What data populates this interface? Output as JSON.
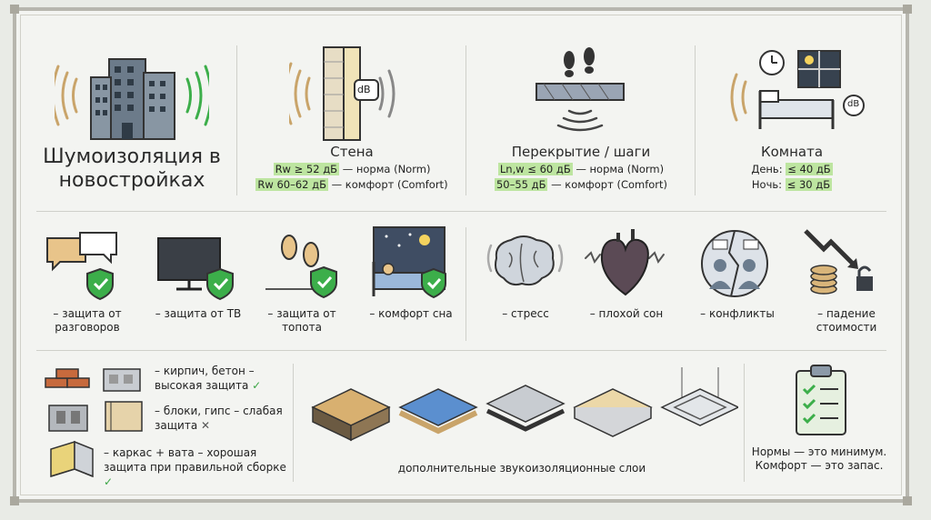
{
  "title": "Шумоизоляция в новостройках",
  "top": {
    "wall": {
      "heading": "Стена",
      "db_label": "dB",
      "rows": [
        {
          "value": "Rw ≥ 52 дБ",
          "rest": " — норма (Norm)"
        },
        {
          "value": "Rw 60–62 дБ",
          "rest": " — комфорт (Comfort)"
        }
      ]
    },
    "floor": {
      "heading": "Перекрытие / шаги",
      "rows": [
        {
          "value": "Ln,w ≤ 60 дБ",
          "rest": " — норма (Norm)"
        },
        {
          "value": "50–55 дБ",
          "rest": " — комфорт (Comfort)"
        }
      ]
    },
    "room": {
      "heading": "Комната",
      "db_label": "dB",
      "rows": [
        {
          "label": "День: ",
          "value": "≤ 40 дБ"
        },
        {
          "label": "Ночь: ",
          "value": "≤ 30 дБ"
        }
      ]
    }
  },
  "middle": [
    {
      "caption": "– защита от разговоров",
      "icon": "speech-bubbles-icon"
    },
    {
      "caption": "– защита от ТВ",
      "icon": "tv-icon"
    },
    {
      "caption": "– защита от топота",
      "icon": "footprints-icon"
    },
    {
      "caption": "– комфорт сна",
      "icon": "sleeping-person-icon"
    },
    {
      "caption": "– стресс",
      "icon": "brain-icon"
    },
    {
      "caption": "– плохой сон",
      "icon": "heart-icon"
    },
    {
      "caption": "– конфликты",
      "icon": "conflict-icon"
    },
    {
      "caption": "– падение стоимости",
      "icon": "falling-value-icon"
    }
  ],
  "materials": [
    {
      "text": "– кирпич, бетон – высокая защита",
      "mark": "✓"
    },
    {
      "text": "– блоки, гипс – слабая защита",
      "mark": "✕"
    },
    {
      "text": "– каркас + вата – хорошая защита при правильной сборке",
      "mark": "✓"
    }
  ],
  "layers_caption": "дополнительные звукоизоляционные слои",
  "note": {
    "line1": "Нормы — это минимум.",
    "line2": "Комфорт — это запас."
  },
  "colors": {
    "highlight": "#bde5a0",
    "green": "#3aa544",
    "sound_left": "#c9a46a",
    "sound_right": "#3cae4a"
  }
}
